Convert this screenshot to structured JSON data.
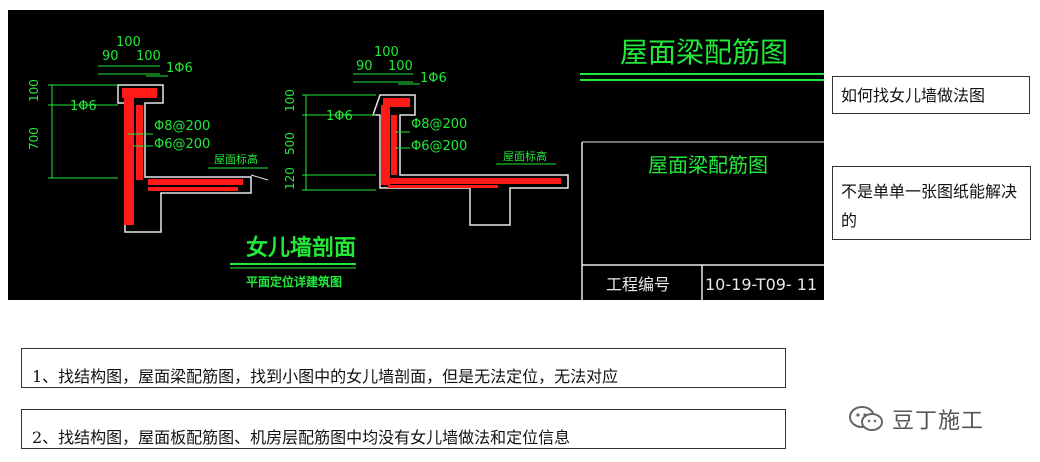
{
  "drawing": {
    "sheet_title": "屋面梁配筋图",
    "sheet_title_small": "屋面梁配筋图",
    "project_label": "工程编号",
    "project_number": "10-19-T09- 11",
    "section_title": "女儿墙剖面",
    "section_subtitle": "平面定位详建筑图",
    "left_detail": {
      "dim_top": "100",
      "dim_left": "90",
      "dim_right": "100",
      "dim_v1": "100",
      "dim_v2": "700",
      "rebar_top": "1Φ6",
      "rebar_left": "1Φ6",
      "rebar_1": "Φ8@200",
      "rebar_2": "Φ6@200",
      "level_label": "屋面标高"
    },
    "right_detail": {
      "dim_top": "100",
      "dim_left": "90",
      "dim_right": "100",
      "dim_v1": "100",
      "dim_v2": "500",
      "dim_v3": "120",
      "rebar_top": "1Φ6",
      "rebar_left": "1Φ6",
      "rebar_1": "Φ8@200",
      "rebar_2": "Φ6@200",
      "level_label": "屋面标高"
    }
  },
  "notes": {
    "note1": "如何找女儿墙做法图",
    "note2": "不是单单一张图纸能解决的"
  },
  "steps": {
    "step1": "1、找结构图，屋面梁配筋图，找到小图中的女儿墙剖面，但是无法定位，无法对应",
    "step2": "2、找结构图，屋面板配筋图、机房层配筋图中均没有女儿墙做法和定位信息"
  },
  "brand": {
    "name": "豆丁施工",
    "icon": "wechat-icon"
  },
  "colors": {
    "cad_background": "#000000",
    "cad_text": "#22e83a",
    "cad_lines": "#e8e8e8",
    "rebar": "#ff1a1a"
  }
}
